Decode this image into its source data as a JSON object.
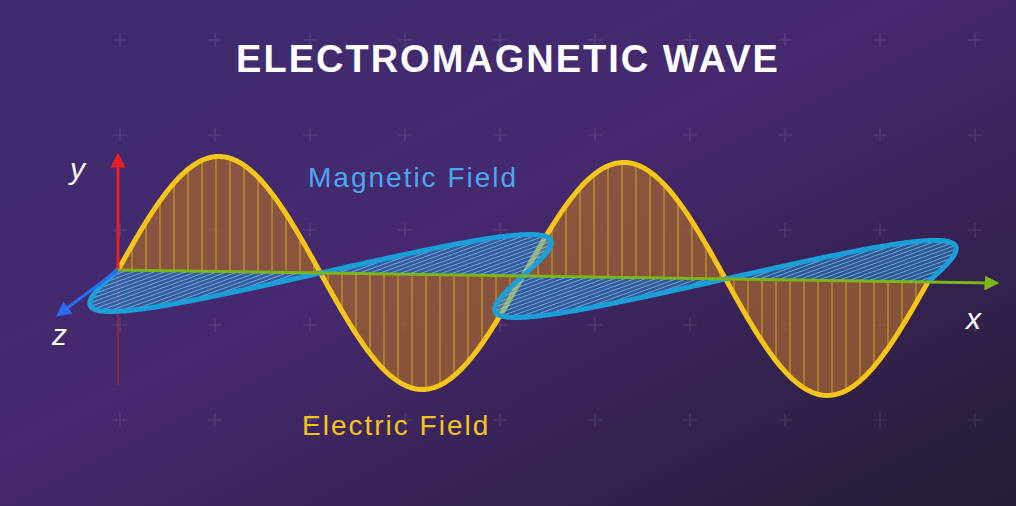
{
  "diagram": {
    "title": "ELECTROMAGNETIC WAVE",
    "labels": [
      "Magnetic Field",
      "Electric Field",
      "y",
      "z",
      "x"
    ]
  }
}
